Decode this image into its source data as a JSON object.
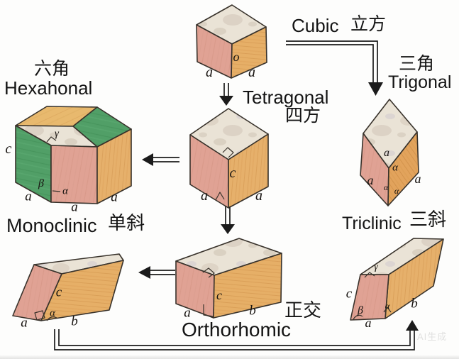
{
  "systems": {
    "cubic": {
      "en": "Cubic",
      "zh": "立方",
      "edge": {
        "o": "o",
        "a1": "a",
        "a2": "a"
      }
    },
    "trigonal": {
      "zh": "三角",
      "en": "Trigonal",
      "edge": {
        "a1": "a",
        "alpha1": "α",
        "a2": "a",
        "a3": "a",
        "alpha2": "α",
        "alpha3": "α"
      }
    },
    "tetragonal": {
      "en": "Tetragonal",
      "zh": "四方",
      "edge": {
        "c": "c",
        "a1": "a",
        "a2": "a"
      }
    },
    "hexagonal": {
      "zh": "六角",
      "en": "Hexahonal",
      "edge": {
        "c": "c",
        "gamma": "γ",
        "beta": "β",
        "a1": "a",
        "alpha": "α",
        "a2": "a",
        "a3": "a"
      }
    },
    "monoclinic": {
      "en": "Monoclinic",
      "zh": "单斜",
      "edge": {
        "c": "c",
        "alpha": "α",
        "a": "a",
        "b": "b"
      }
    },
    "orthorhombic": {
      "zh": "正交",
      "en": "Orthorhomic",
      "edge": {
        "a": "a",
        "c": "c",
        "b": "b"
      }
    },
    "triclinic": {
      "en": "Triclinic",
      "zh": "三斜",
      "edge": {
        "gamma": "γ",
        "c": "c",
        "beta": "β",
        "alpha": "α",
        "a": "a",
        "b": "b"
      }
    }
  },
  "watermark": "AI生成",
  "palette": {
    "marble": "#eae3d6",
    "pink": "#e0a294",
    "wood": "#e6af67",
    "green": "#519f67",
    "orange_top": "#e8b96e",
    "outline": "#38322b",
    "arrow": "#1b1b1b",
    "text": "#141414",
    "background": "#fdfdfc"
  }
}
